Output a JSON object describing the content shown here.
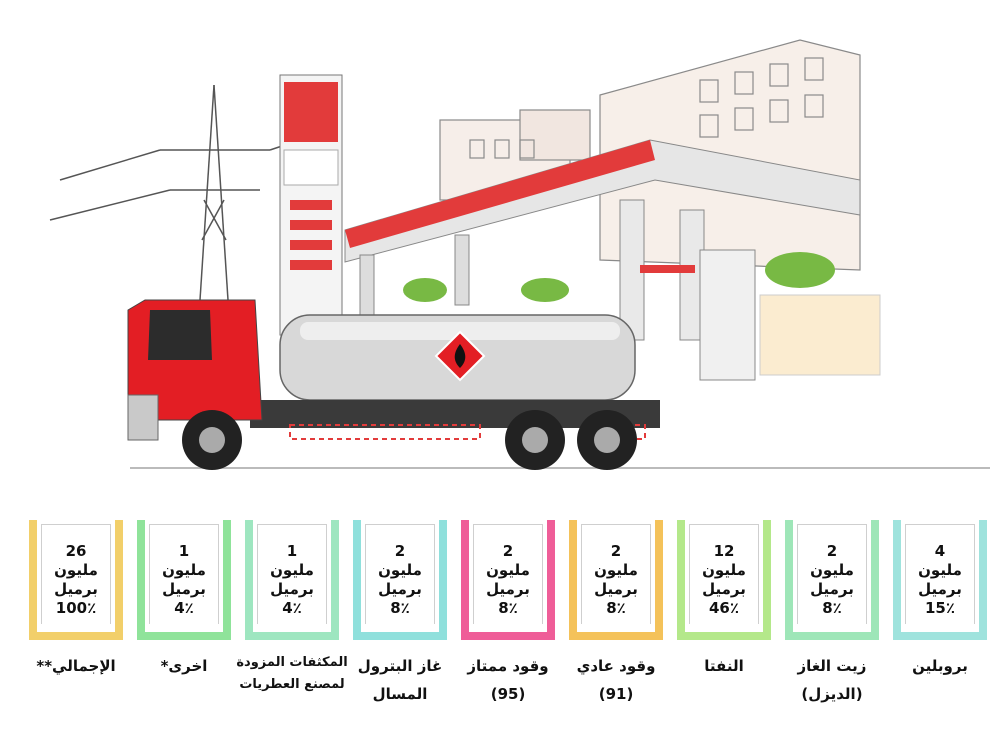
{
  "illustration": {
    "fuel_truck": "fuel-tanker-truck",
    "station": "gas-station",
    "hazard_icon": "flame-hazard-diamond"
  },
  "stats": [
    {
      "amount": "4",
      "unit1": "مليون",
      "unit2": "برميل",
      "percent": "15٪",
      "label1": "بروبلين",
      "label2": "",
      "color": "#9fe3dd"
    },
    {
      "amount": "2",
      "unit1": "مليون",
      "unit2": "برميل",
      "percent": "8٪",
      "label1": "زيت الغاز",
      "label2": "(الديزل)",
      "color": "#9ee6b8"
    },
    {
      "amount": "12",
      "unit1": "مليون",
      "unit2": "برميل",
      "percent": "46٪",
      "label1": "النفتا",
      "label2": "",
      "color": "#b4e88a"
    },
    {
      "amount": "2",
      "unit1": "مليون",
      "unit2": "برميل",
      "percent": "8٪",
      "label1": "وقود عادي",
      "label2": "(91)",
      "color": "#f4c25a"
    },
    {
      "amount": "2",
      "unit1": "مليون",
      "unit2": "برميل",
      "percent": "8٪",
      "label1": "وقود ممتاز",
      "label2": "(95)",
      "color": "#ef5d98"
    },
    {
      "amount": "2",
      "unit1": "مليون",
      "unit2": "برميل",
      "percent": "8٪",
      "label1": "غاز البترول",
      "label2": "المسال",
      "color": "#8fe0dc"
    },
    {
      "amount": "1",
      "unit1": "مليون",
      "unit2": "برميل",
      "percent": "4٪",
      "label1": "المكثفات المزودة",
      "label2": "لمصنع العطريات",
      "color": "#9ee6c0"
    },
    {
      "amount": "1",
      "unit1": "مليون",
      "unit2": "برميل",
      "percent": "4٪",
      "label1": "اخرى*",
      "label2": "",
      "color": "#8fe39a"
    },
    {
      "amount": "26",
      "unit1": "مليون",
      "unit2": "برميل",
      "percent": "100٪",
      "label1": "الإجمالي**",
      "label2": "",
      "color": "#f2cf6a"
    }
  ]
}
